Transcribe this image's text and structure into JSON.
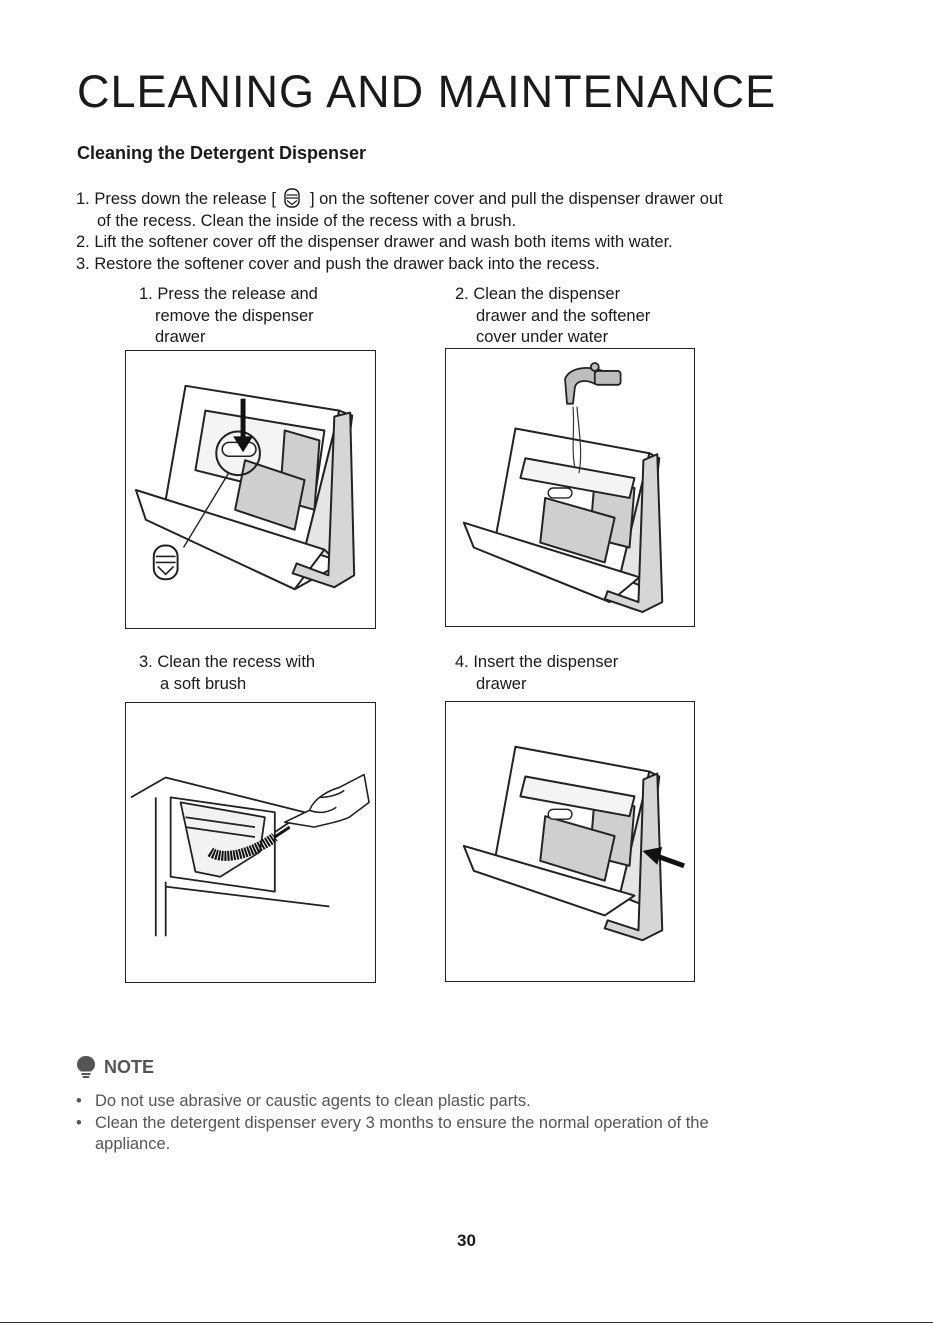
{
  "title": "CLEANING AND MAINTENANCE",
  "section_title": "Cleaning the Detergent Dispenser",
  "steps": {
    "s1_before": "1.  Press down the release [",
    "s1_after": "] on the softener cover and pull the dispenser drawer out",
    "s1_line2": "of the recess. Clean the inside of the recess with a brush.",
    "s2": "2. Lift the softener cover off the dispenser drawer and wash both items with water.",
    "s3": "3. Restore the softener cover and push the drawer back into the recess."
  },
  "figures": [
    {
      "lines": [
        "1. Press the release and",
        "remove the dispenser",
        "drawer"
      ]
    },
    {
      "lines": [
        "2. Clean the dispenser",
        "drawer and the softener",
        "cover under water"
      ]
    },
    {
      "lines": [
        "3. Clean the recess with",
        "a soft brush"
      ]
    },
    {
      "lines": [
        "4. Insert the dispenser",
        "drawer"
      ]
    }
  ],
  "note": {
    "heading": "NOTE",
    "items": [
      {
        "bullet": "•",
        "lines": [
          "Do not use abrasive or caustic agents to clean plastic parts."
        ]
      },
      {
        "bullet": "•",
        "lines": [
          "Clean the detergent dispenser every 3 months to ensure the normal operation of the",
          "appliance."
        ]
      }
    ]
  },
  "page_number": "30",
  "colors": {
    "text": "#1a1a1a",
    "note_text": "#555555",
    "drawer_gray": "#cfcfcf"
  }
}
